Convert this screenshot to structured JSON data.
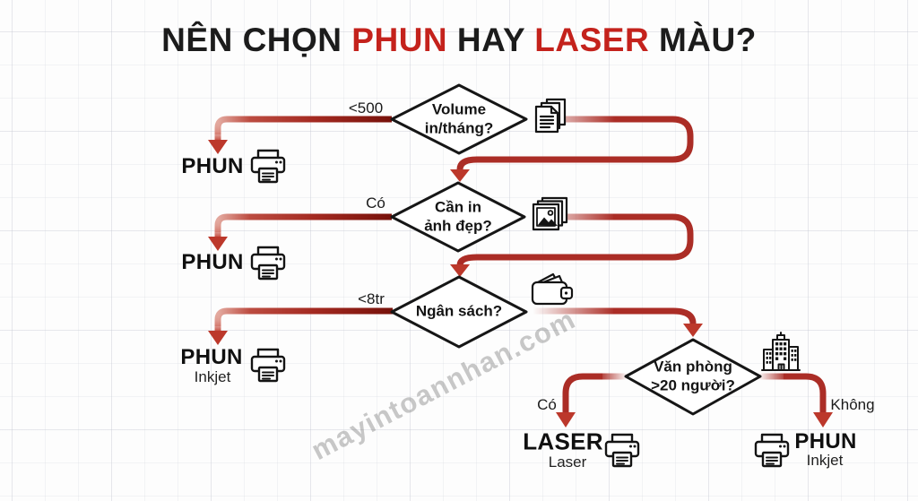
{
  "title": {
    "parts": [
      {
        "text": "NÊN CHỌN "
      },
      {
        "text": "PHUN"
      },
      {
        "text": " HAY "
      },
      {
        "text": "LASER"
      },
      {
        "text": " MÀU?"
      }
    ]
  },
  "decisions": [
    {
      "question_line1": "Volume",
      "question_line2": "in/tháng?",
      "icon": "documents"
    },
    {
      "question_line1": "Cần in",
      "question_line2": "ảnh đẹp?",
      "icon": "photos"
    },
    {
      "question_line1": "Ngân sách?",
      "question_line2": "",
      "icon": "wallet"
    },
    {
      "question_line1": "Văn phòng",
      "question_line2": ">20 người?",
      "icon": "building"
    }
  ],
  "branch_labels": {
    "volume_left": "<500",
    "photo_left": "Có",
    "budget_left": "<8tr",
    "office_left": "Có",
    "office_right": "Không"
  },
  "results": {
    "volume": {
      "name": "PHUN",
      "sub": ""
    },
    "photo": {
      "name": "PHUN",
      "sub": ""
    },
    "budget": {
      "name": "PHUN",
      "sub": "Inkjet"
    },
    "office_yes": {
      "name": "LASER",
      "sub": "Laser"
    },
    "office_no": {
      "name": "PHUN",
      "sub": "Inkjet"
    }
  },
  "watermark": "mayintoannhan.com",
  "colors": {
    "line_red": "#ab2d26",
    "line_dark_red": "#77110a",
    "arrow_red": "#bc382b",
    "title_red": "#c4221c",
    "text_dark": "#1c1c1c"
  }
}
